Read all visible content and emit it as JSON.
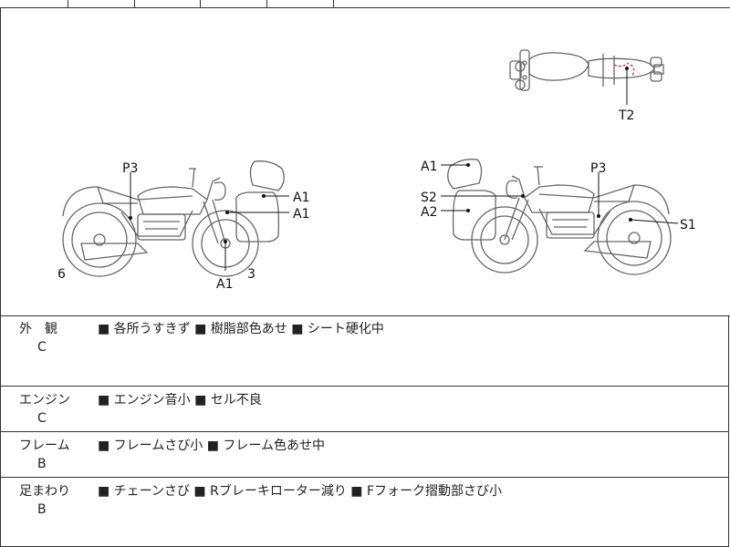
{
  "top_strip": {
    "cut_text": ""
  },
  "diagram": {
    "labels": {
      "t2": "T2",
      "left_p3": "P3",
      "left_a1_upper": "A1",
      "left_a1_lower": "A1",
      "left_a1_bottom": "A1",
      "left_6": "6",
      "left_3": "3",
      "right_a1": "A1",
      "right_p3": "P3",
      "right_s2": "S2",
      "right_a2": "A2",
      "right_s1": "S1"
    }
  },
  "conditions": [
    {
      "label": "外　観",
      "grade": "C",
      "items": "■ 各所うすきず ■ 樹脂部色あせ ■ シート硬化中"
    },
    {
      "label": "エンジン",
      "grade": "C",
      "items": "■ エンジン音小 ■ セル不良"
    },
    {
      "label": "フレーム",
      "grade": "B",
      "items": "■ フレームさび小 ■ フレーム色あせ中"
    },
    {
      "label": "足まわり",
      "grade": "B",
      "items": "■ チェーンさび ■ Rブレーキローター減り ■ Fフォーク摺動部さび小"
    }
  ],
  "colors": {
    "line": "#333333",
    "marker": "#111111",
    "tank_damage": "#d23a4a"
  }
}
